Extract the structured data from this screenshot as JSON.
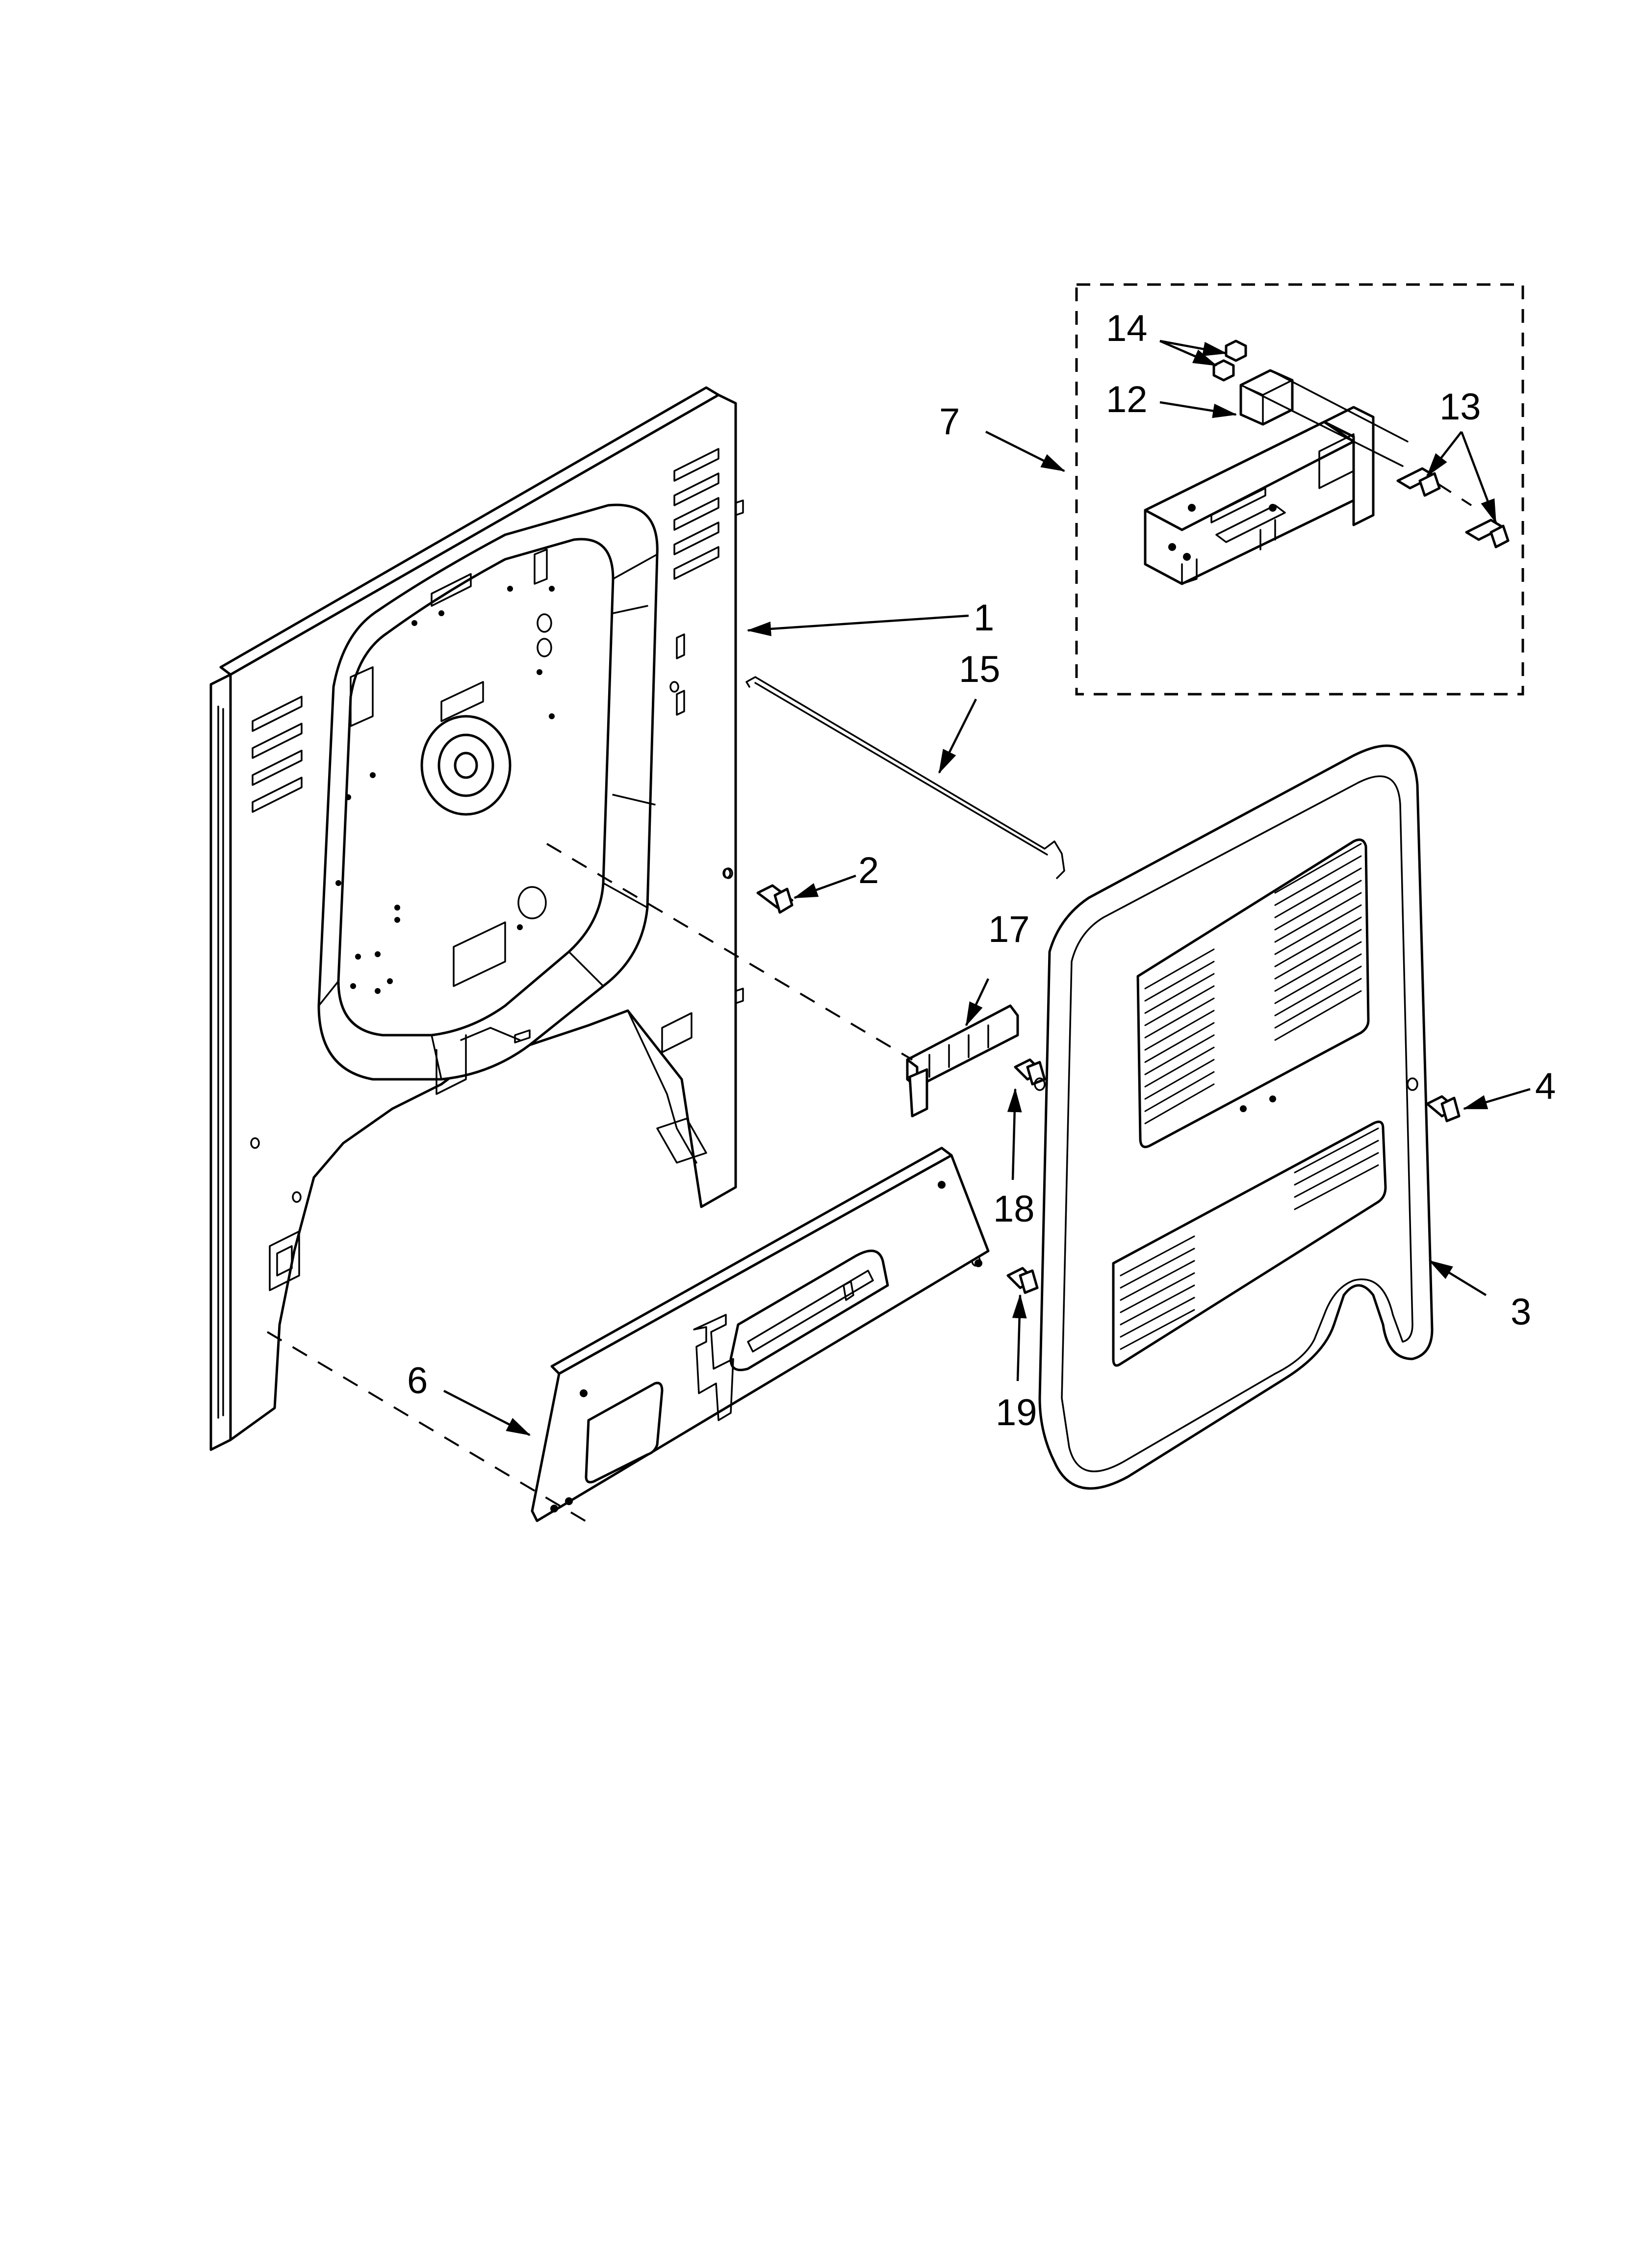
{
  "diagram": {
    "callouts": {
      "c1": "1",
      "c2": "2",
      "c3": "3",
      "c4": "4",
      "c6": "6",
      "c7": "7",
      "c12": "12",
      "c13": "13",
      "c14": "14",
      "c15": "15",
      "c17": "17",
      "c18": "18",
      "c19": "19"
    }
  }
}
